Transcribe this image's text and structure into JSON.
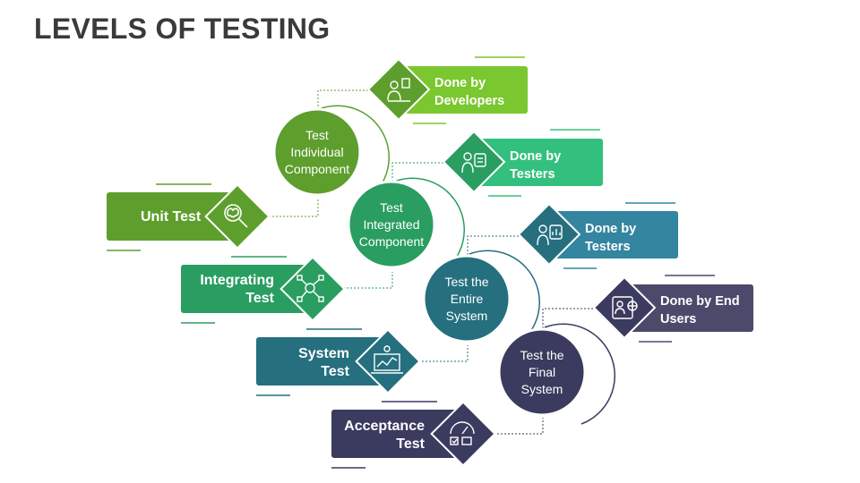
{
  "title": "LEVELS OF TESTING",
  "levels": [
    {
      "name": "Unit Test",
      "circle": "Test Individual Component",
      "circle_lines": [
        "Test",
        "Individual",
        "Component"
      ],
      "who_lines": [
        "Done by",
        "Developers"
      ],
      "color": "#5e9e2d",
      "who_color": "#7ac72f",
      "icon": "magnifier-icon",
      "who_icon": "developer-icon"
    },
    {
      "name": "Integrating Test",
      "name_lines": [
        "Integrating",
        "Test"
      ],
      "circle_lines": [
        "Test",
        "Integrated",
        "Component"
      ],
      "who_lines": [
        "Done by",
        "Testers"
      ],
      "color": "#2a9d61",
      "who_color": "#33c07e",
      "icon": "network-icon",
      "who_icon": "tester-icon"
    },
    {
      "name_lines": [
        "System",
        "Test"
      ],
      "circle_lines": [
        "Test the",
        "Entire",
        "System"
      ],
      "who_lines": [
        "Done by",
        "Testers"
      ],
      "color": "#256f7f",
      "who_color": "#3485a0",
      "icon": "monitor-chart-icon",
      "who_icon": "tester-chart-icon"
    },
    {
      "name_lines": [
        "Acceptance",
        "Test"
      ],
      "circle_lines": [
        "Test the",
        "Final",
        "System"
      ],
      "who_lines": [
        "Done by End",
        "Users"
      ],
      "color": "#3b3a5f",
      "who_color": "#4c4a6b",
      "icon": "gauge-icon",
      "who_icon": "end-user-icon"
    }
  ]
}
